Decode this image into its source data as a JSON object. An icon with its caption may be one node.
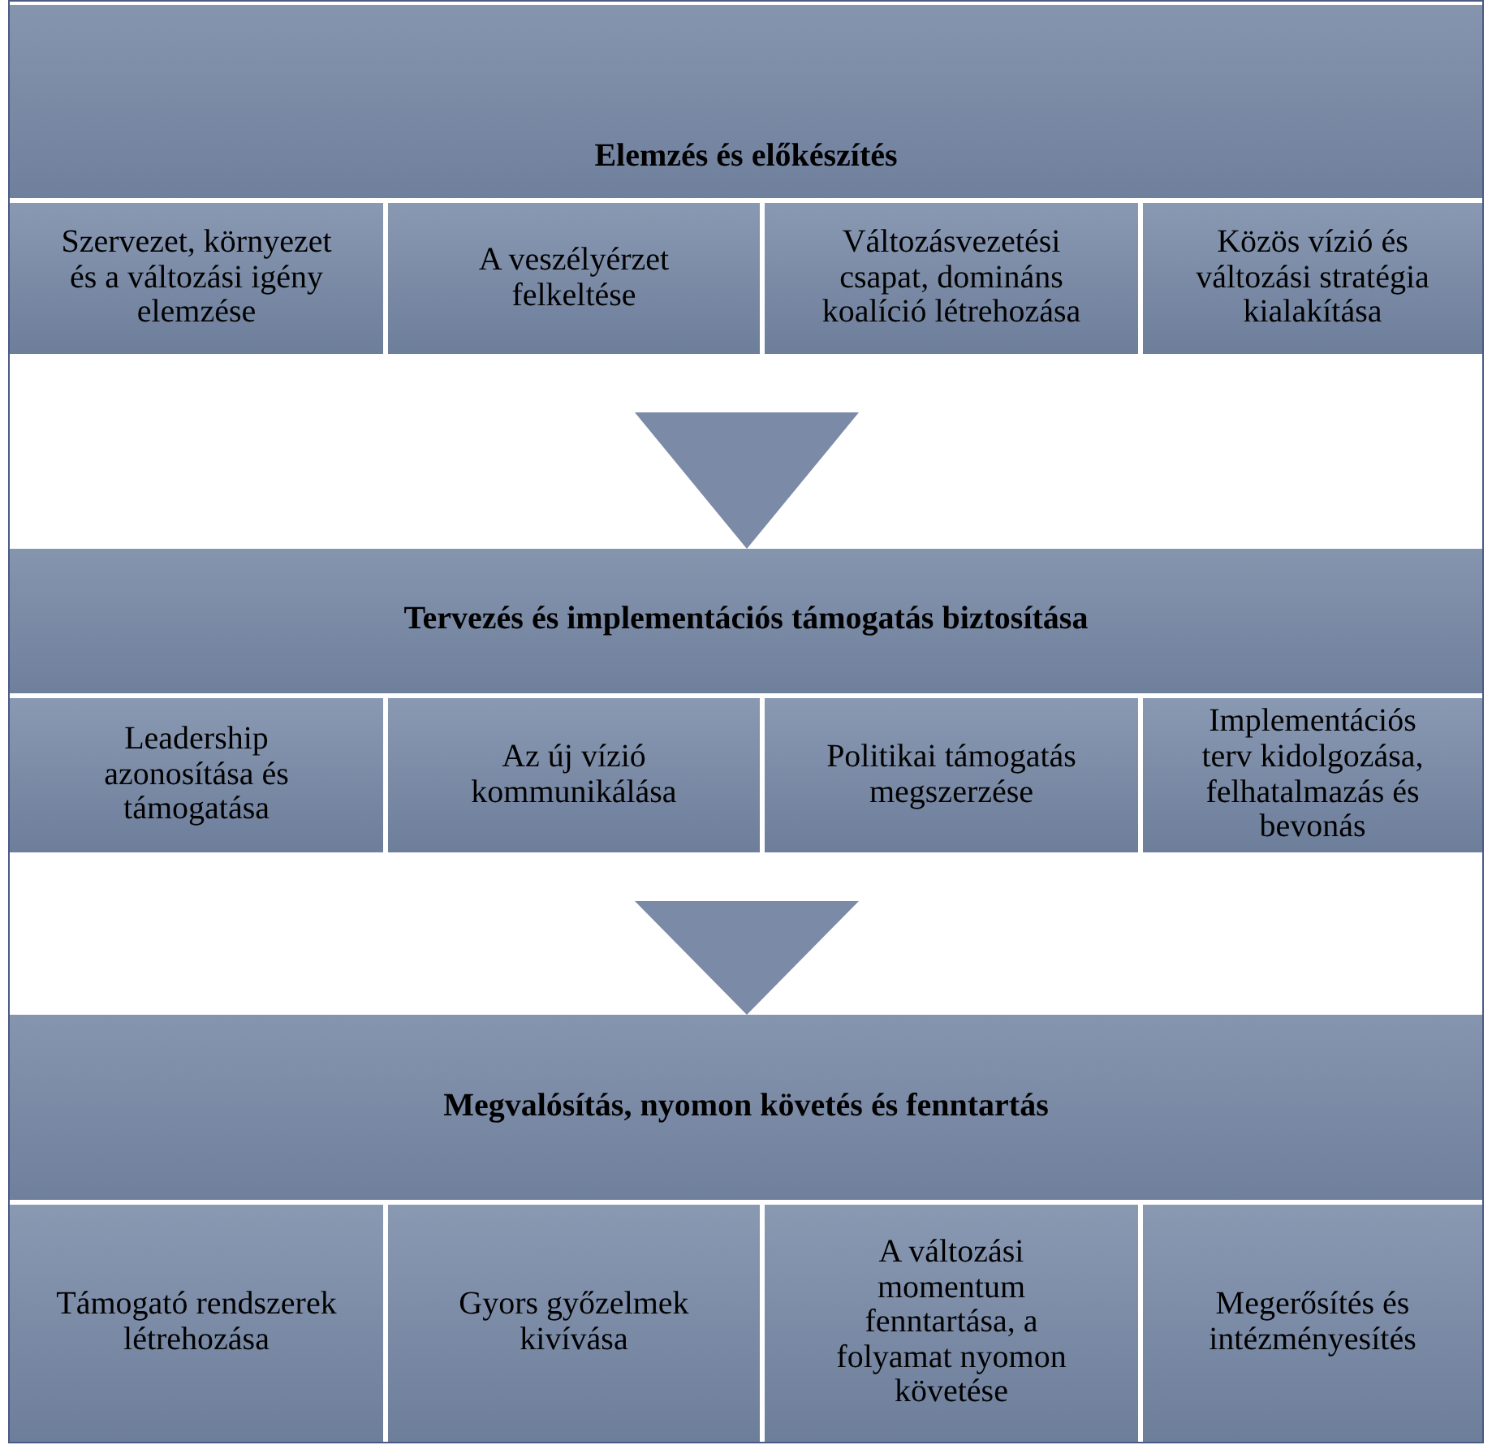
{
  "diagram": {
    "nodes": [
      {
        "text": [
          "Elemzés és előkészítés"
        ]
      },
      {
        "text": [
          "Szervezet, környezet és a változási igény elemzése"
        ],
        "in": 0
      },
      {
        "text": [
          "A veszélyérzet felkeltése"
        ],
        "in": 0
      },
      {
        "text": [
          "Változásvezetési csapat, domináns koalíció létrehozása"
        ],
        "in": 0
      },
      {
        "text": [
          "Közös vízió és változási stratégia kialakítása"
        ],
        "in": 0
      },
      {
        "text": [
          "Tervezés és implementációs támogatás biztosítása"
        ]
      },
      {
        "text": [
          "Leadership azonosítása és támogatása"
        ],
        "in": 5
      },
      {
        "text": [
          "Az új vízió kommunikálása"
        ],
        "in": 5
      },
      {
        "text": [
          "Politikai támogatás megszerzése"
        ],
        "in": 5
      },
      {
        "text": [
          "Implementációs terv kidolgozása, felhatalmazás és bevonás"
        ],
        "in": 5
      },
      {
        "text": [
          "Megvalósítás, nyomon követés és fenntartás"
        ]
      },
      {
        "text": [
          "Támogató rendszerek létrehozása"
        ],
        "in": 10
      },
      {
        "text": [
          "Gyors győzelmek kivívása"
        ],
        "in": 10
      },
      {
        "text": [
          "A változási momentum fenntartása, a folyamat nyomon követése"
        ],
        "in": 10
      },
      {
        "text": [
          "Megerősítés és intézményesítés"
        ],
        "in": 10
      }
    ],
    "edges": [
      {
        "from": 0,
        "to": 5,
        "arrow": "to"
      },
      {
        "from": 5,
        "to": 10,
        "arrow": "to"
      }
    ]
  }
}
